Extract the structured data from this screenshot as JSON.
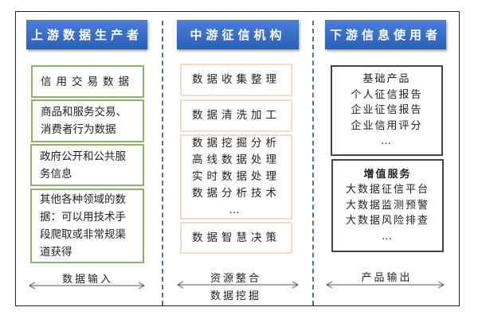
{
  "upstream": {
    "title": "上游数据生产者",
    "items": [
      "信用交易数据",
      "商品和服务交易、消费者行为数据",
      "政府公开和公共服务信息",
      "其他各种领域的数据：可以用技术手段爬取或非常规渠道获得"
    ],
    "footer": "数据输入"
  },
  "midstream": {
    "title": "中游征信机构",
    "items": [
      [
        "数据收集整理"
      ],
      [
        "数据清洗加工"
      ],
      [
        "数据挖掘分析",
        "高线数据处理",
        "实时数据处理",
        "数据分析技术",
        "…"
      ],
      [
        "数据智慧决策"
      ]
    ],
    "footer": [
      "资源整合",
      "数据挖掘"
    ]
  },
  "downstream": {
    "title": "下游信息使用者",
    "groups": [
      {
        "title": "基础产品",
        "items": [
          "个人征信报告",
          "企业征信报告",
          "企业信用评分",
          "…"
        ]
      },
      {
        "title": "增值服务",
        "items": [
          "大数据征信平台",
          "大数据监测预警",
          "大数据风险排查",
          "…"
        ]
      }
    ],
    "footer": "产品输出"
  },
  "colors": {
    "header": "#2c5fb8",
    "upstream_border": "#8fb26a",
    "midstream_border": "#f1dccb"
  }
}
